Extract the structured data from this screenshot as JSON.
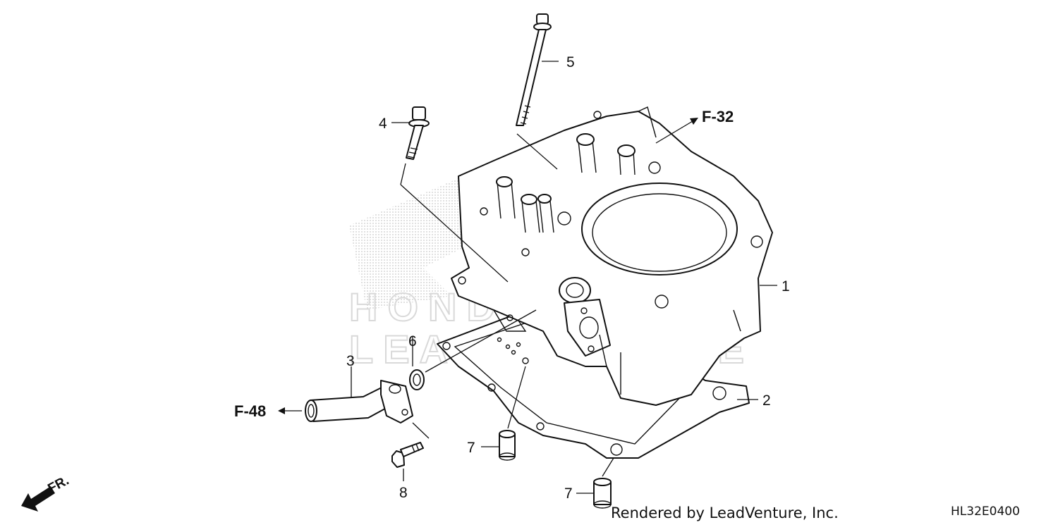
{
  "callouts": {
    "c1": "1",
    "c2": "2",
    "c3": "3",
    "c4": "4",
    "c5": "5",
    "c6": "6",
    "c7a": "7",
    "c7b": "7",
    "c8": "8"
  },
  "refs": {
    "f32": "F-32",
    "f48": "F-48"
  },
  "front_label": "FR.",
  "watermark": {
    "line1": "HONDA",
    "line2": "LEADVENTURE"
  },
  "footer": {
    "rendered_by": "Rendered by LeadVenture, Inc.",
    "diagram_code": "HL32E0400"
  }
}
